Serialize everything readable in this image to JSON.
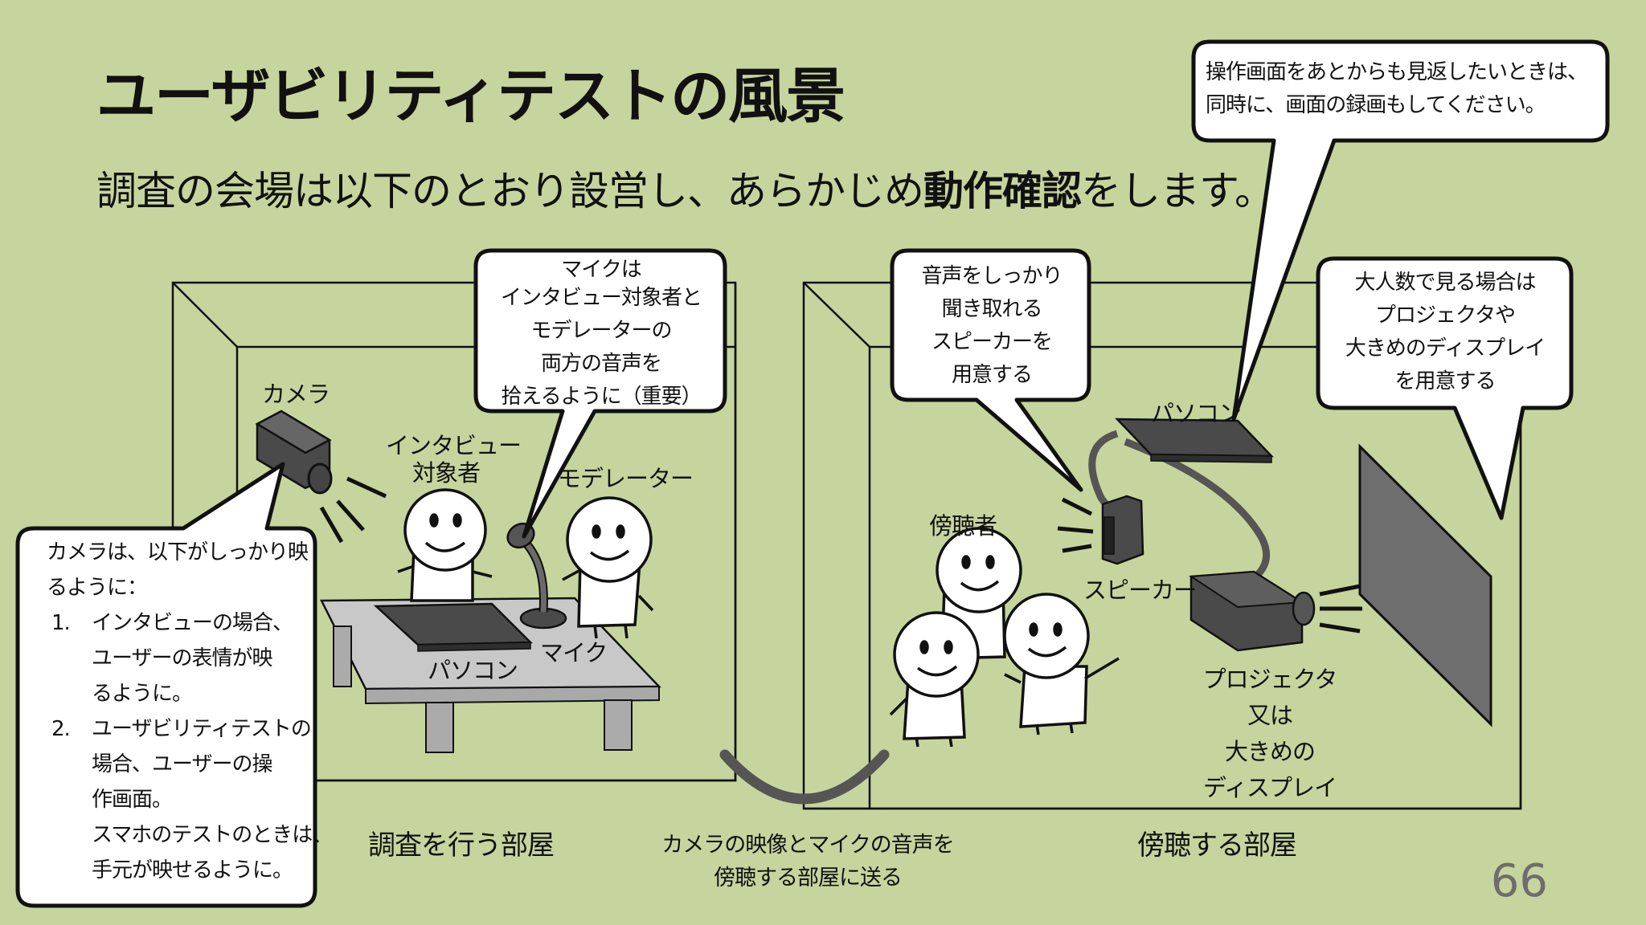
{
  "slide": {
    "title": "ユーザビリティテストの風景",
    "subtitle_pre": "調査の会場は以下のとおり設営し、あらかじめ",
    "subtitle_bold": "動作確認",
    "subtitle_post": "をします。",
    "page_number": "66"
  },
  "labels": {
    "camera": "カメラ",
    "interviewee_line1": "インタビュー",
    "interviewee_line2": "対象者",
    "moderator": "モデレーター",
    "pc_left": "パソコン",
    "mic": "マイク",
    "room_left": "調査を行う部屋",
    "transfer_line1": "カメラの映像とマイクの音声を",
    "transfer_line2": "傍聴する部屋に送る",
    "room_right": "傍聴する部屋",
    "observers": "傍聴者",
    "pc_right": "パソコン",
    "speaker": "スピーカー",
    "projector_line1": "プロジェクタ",
    "projector_line2": "又は",
    "projector_line3": "大きめの",
    "projector_line4": "ディスプレイ"
  },
  "bubbles": {
    "mic": [
      "マイクは",
      "インタビュー対象者と",
      "モデレーターの",
      "両方の音声を",
      "拾えるように（重要）"
    ],
    "speaker": [
      "音声をしっかり",
      "聞き取れる",
      "スピーカーを",
      "用意する"
    ],
    "recording": [
      "操作画面をあとからも見返したいときは、",
      "同時に、画面の録画もしてください。"
    ],
    "display": [
      "大人数で見る場合は",
      "プロジェクタや",
      "大きめのディスプレイ",
      "を用意する"
    ],
    "camera": {
      "intro_line1": "カメラは、以下がしっかり映",
      "intro_line2": "るように：",
      "item1_num": "1.",
      "item1_line1": "インタビューの場合、",
      "item1_line2": "ユーザーの表情が映",
      "item1_line3": "るように。",
      "item2_num": "2.",
      "item2_line1": "ユーザビリティテストの",
      "item2_line2": "場合、ユーザーの操",
      "item2_line3": "作画面。",
      "item2_line4": "スマホのテストのときは、",
      "item2_line5": "手元が映せるように。"
    }
  },
  "colors": {
    "background": "#c5d59d",
    "device_dark": "#4a4a4a",
    "table_top": "#c8c8c8",
    "cable": "#555555",
    "display": "#6e6e6e"
  }
}
